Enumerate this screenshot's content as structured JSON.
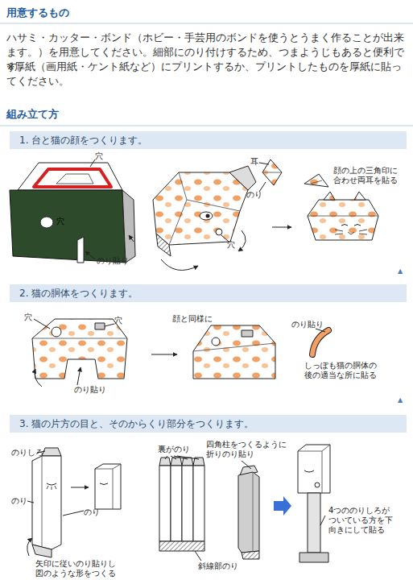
{
  "diagram": {
    "nodes": [
      {
        "text": [
          "1. 台と猫の顔をつくります。"
        ]
      },
      {
        "text": [
          "2. 猫の胴体をつくります。"
        ]
      },
      {
        "text": [
          "3. 猫の片方の目と、そのからくり部分をつくります。"
        ]
      }
    ],
    "edges": [],
    "labels": [
      "用意するもの",
      "ハサミ・カッター・ボンド（ホビー・手芸用のボンドを使うとうまく作ることが出来ます。）を用意してください。細部にのり付けするため、つまようじもあると便利です。",
      "※厚紙（画用紙・ケント紙など）にプリントするか、プリントしたものを厚紙に貼ってください。",
      "組み立て方",
      "穴",
      "穴",
      "のり貼り",
      "耳",
      "のり",
      "穴",
      "顔の上の三角印に合わせ両耳を貼る",
      "▲",
      "穴",
      "穴",
      "のり貼り",
      "顔と同様に",
      "のり貼り",
      "しっぽも猫の胴体の後の適当な所に貼る",
      "▲",
      "のりしろ",
      "のり",
      "のり",
      "矢印に従いのり貼りし図のような形をつくる",
      "裏がのり",
      "四角柱をつくるように折りのり貼り",
      "斜線部のり",
      "4つののりしろがついている方を下向きにして貼る"
    ]
  }
}
